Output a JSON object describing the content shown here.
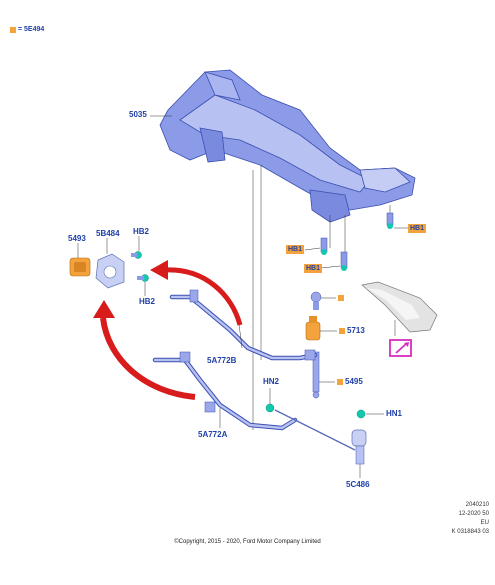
{
  "legend": {
    "swatch_color": "#f4a23b",
    "text": "= 5E494"
  },
  "parts": {
    "crossmember": "5035",
    "bushing": "5493",
    "bracket": "5B484",
    "bolt_hb2_top": "HB2",
    "bolt_hb2_bottom": "HB2",
    "stabilizer_bar_upper": "5A772B",
    "stabilizer_bar_lower": "5A772A",
    "nut_hn2": "HN2",
    "nut_hn1": "HN1",
    "link": "5C486",
    "bolt_hb1_a": "HB1",
    "bolt_hb1_b": "HB1",
    "bolt_hb1_c": "HB1",
    "mount": "5713",
    "shock_bolt": "5495"
  },
  "footer": {
    "meta_lines": [
      "2040210",
      "12-2020 50",
      "EU",
      "K 0318843 03"
    ],
    "copyright": "©Copyright, 2015 - 2020, Ford Motor Company Limited"
  },
  "colors": {
    "part_blue": "#8b9be8",
    "label_blue": "#1f3fa8",
    "arrow_red": "#d81b1b",
    "highlight_magenta": "#d62ec0"
  }
}
